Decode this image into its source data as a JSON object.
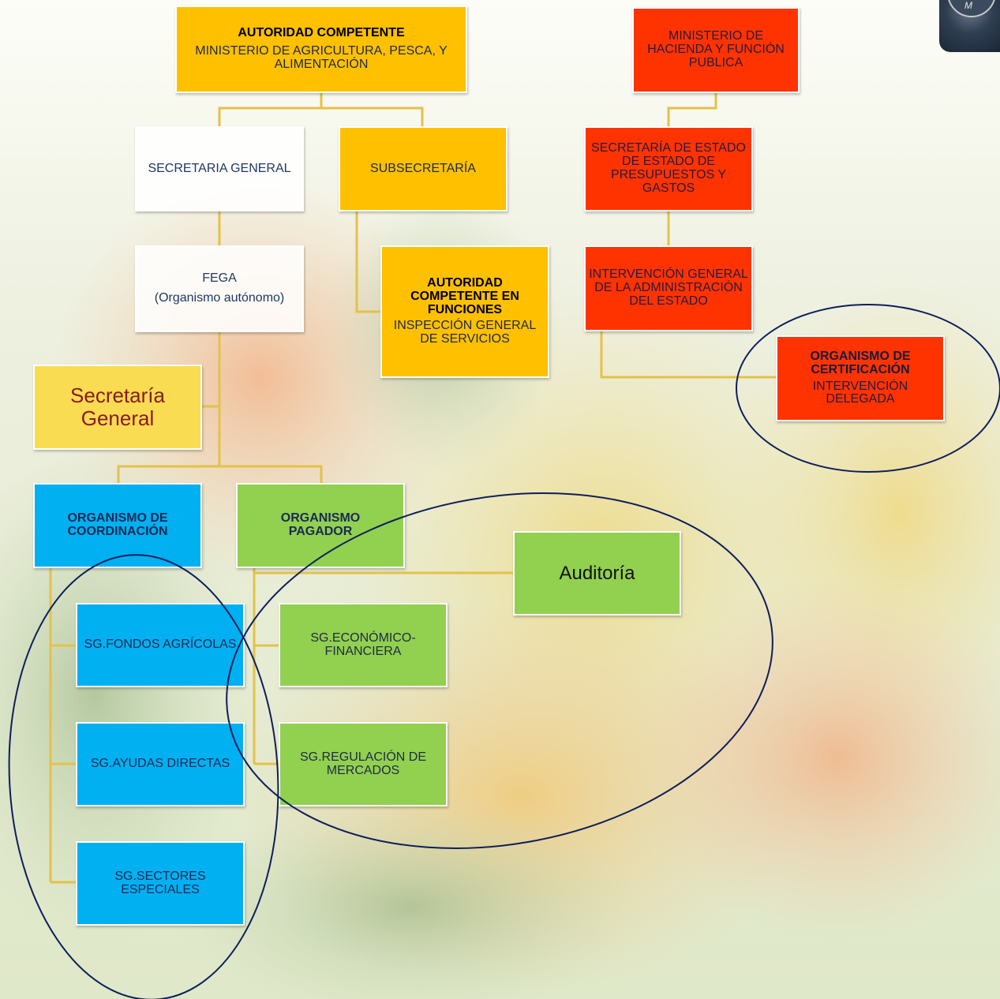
{
  "boxes": {
    "autoridad_competente": {
      "title": "AUTORIDAD COMPETENTE",
      "text": "MINISTERIO DE AGRICULTURA, PESCA, Y ALIMENTACIÓN"
    },
    "ministerio_hacienda": {
      "text": "MINISTERIO DE HACIENDA Y FUNCIÓN PUBLICA"
    },
    "secretaria_general_top": {
      "text": "SECRETARIA GENERAL"
    },
    "subsecretaria": {
      "text": "SUBSECRETARÍA"
    },
    "secretaria_estado": {
      "text": "SECRETARÍA DE ESTADO DE ESTADO DE PRESUPUESTOS Y GASTOS"
    },
    "fega": {
      "line1": "FEGA",
      "line2": "(Organismo autónomo)"
    },
    "autoridad_funciones": {
      "title": "AUTORIDAD COMPETENTE EN FUNCIONES",
      "text": "INSPECCIÓN GENERAL DE SERVICIOS"
    },
    "intervencion_general": {
      "text": "INTERVENCIÓN GENERAL DE LA ADMINISTRACIÓN DEL ESTADO"
    },
    "organismo_certificacion": {
      "title": "ORGANISMO DE CERTIFICACIÓN",
      "text": "INTERVENCIÓN DELEGADA"
    },
    "secretaria_general_fega": {
      "text": "Secretaría General"
    },
    "organismo_coordinacion": {
      "title": "ORGANISMO DE COORDINACIÓN"
    },
    "organismo_pagador": {
      "title": "ORGANISMO PAGADOR"
    },
    "auditoria": {
      "text": "Auditoría"
    },
    "sg_fondos": {
      "text": "SG.FONDOS AGRÍCOLAS"
    },
    "sg_economico": {
      "text": "SG.ECONÓMICO-FINANCIERA"
    },
    "sg_ayudas": {
      "text": "SG.AYUDAS DIRECTAS"
    },
    "sg_regulacion": {
      "text": "SG.REGULACIÓN DE MERCADOS"
    },
    "sg_sectores": {
      "text": "SG.SECTORES ESPECIALES"
    }
  },
  "colors": {
    "orange": "#ffc000",
    "red": "#ff3300",
    "blue": "#00b0f0",
    "green": "#92d050",
    "yellow": "#f9dc52",
    "connector": "#e3c24a",
    "ellipse": "#0d1f5c"
  },
  "decorations": {
    "medal": "medal-icon"
  }
}
